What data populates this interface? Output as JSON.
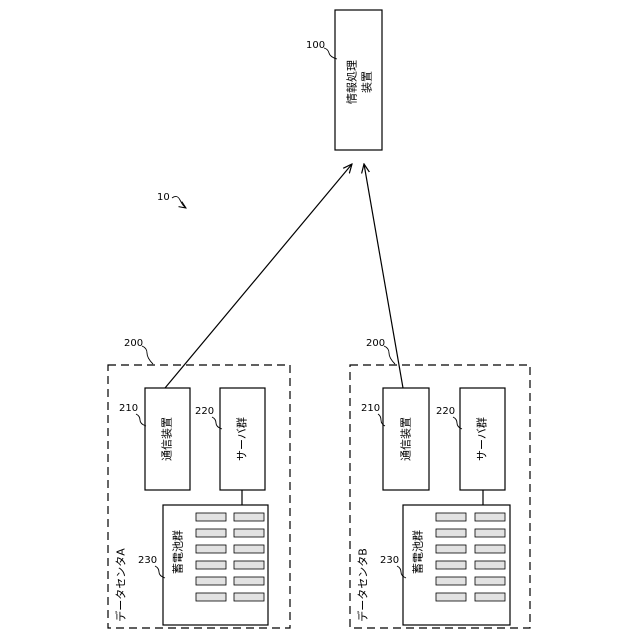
{
  "system": {
    "ref": "10"
  },
  "info_device": {
    "ref": "100",
    "line1": "情報処理",
    "line2": "装置"
  },
  "data_centers": [
    {
      "ref": "200",
      "name": "データセンタA",
      "comm": {
        "ref": "210",
        "label": "通信装置"
      },
      "servers": {
        "ref": "220",
        "label": "サーバ群"
      },
      "battery": {
        "ref": "230",
        "label": "蓄電池群",
        "rows": 6,
        "cols": 2
      }
    },
    {
      "ref": "200",
      "name": "データセンタB",
      "comm": {
        "ref": "210",
        "label": "通信装置"
      },
      "servers": {
        "ref": "220",
        "label": "サーバ群"
      },
      "battery": {
        "ref": "230",
        "label": "蓄電池群",
        "rows": 6,
        "cols": 2
      }
    }
  ]
}
